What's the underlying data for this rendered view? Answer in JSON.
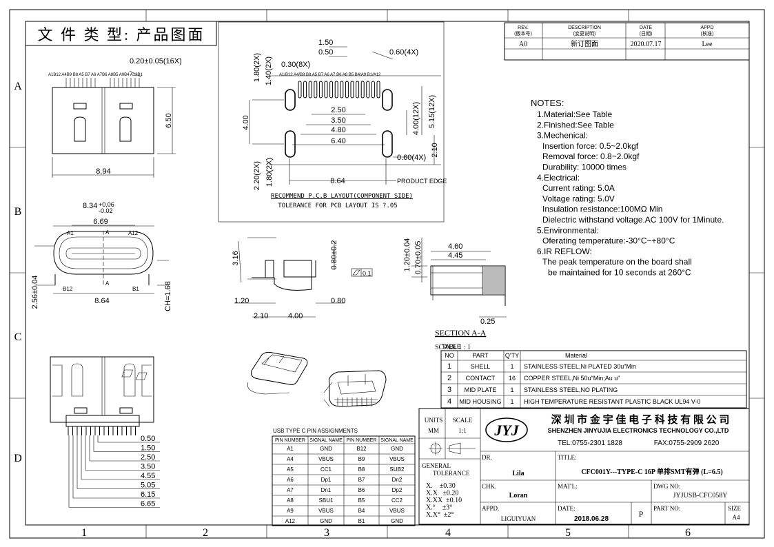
{
  "sheet": {
    "col_labels": [
      "1",
      "2",
      "3",
      "4",
      "5",
      "6"
    ],
    "row_labels": [
      "A",
      "B",
      "C",
      "D"
    ],
    "doc_type": "文 件 类 型: 产品图面"
  },
  "revision": {
    "headers": [
      "REV.",
      "(版本号)",
      "DESCRIPTION",
      "(变更说明)",
      "DATE",
      "(日期)",
      "APPD",
      "(核准)"
    ],
    "row": {
      "rev": "A0",
      "desc": "新订图面",
      "date": "2020.07.17",
      "appd": "Lee"
    }
  },
  "top_view": {
    "width": "8.94",
    "height": "6.50",
    "pitch": "0.20±0.05(16X)",
    "pin_labels": "A1B12 A4B9 B8 A5 B7 A6 A7B6 A8B5 A9B4 A12B1"
  },
  "pcb": {
    "dims": [
      "1.50",
      "0.50",
      "0.30(8X)",
      "0.60(4X)",
      "1.80(2X)",
      "1.40(2X)",
      "2.50",
      "3.50",
      "4.80",
      "6.40",
      "4.00",
      "4.00(12X)",
      "5.15(12X)",
      "0.60(4X)",
      "2.10",
      "2.20(2X)",
      "1.80(2X)",
      "8.64"
    ],
    "pin_labels": "A1/B12 A4/B9 B8 A5 B7 A6 A7 B6 A8 B5 B4/A9 B1/A12",
    "product_edge": "PRODUCT EDGE",
    "title": "RECOMMEND P.C.B LAYOUT(COMPONENT SIDE)",
    "tolerance": "TOLERANCE FOR PCB LAYOUT IS ?.05"
  },
  "front_view": {
    "width_top": "8.34",
    "tol_plus": "+0.06",
    "tol_minus": "-0.02",
    "inner": "6.69",
    "bottom": "8.64",
    "height": "2.56±0.04",
    "ch": "CH=1.68",
    "pins": [
      "A1",
      "A",
      "A12",
      "B12",
      "A",
      "B1"
    ]
  },
  "side_view": {
    "dims": [
      "3.16",
      "0.80±0.2",
      "1.20",
      "0.80",
      "2.10",
      "4.00"
    ],
    "flatness": "0.1"
  },
  "section": {
    "dims": [
      "4.60",
      "4.45",
      "1.20±0.04",
      "0.70±0.05",
      "0.25"
    ],
    "title": "SECTION A-A",
    "scale": "SCALE 1 : 1"
  },
  "notes": {
    "title": "NOTES:",
    "lines": [
      "1.Material:See Table",
      "2.Finished:See Table",
      "3.Mechenical:",
      "Insertion force: 0.5~2.0kgf",
      "Removal force: 0.8~2.0kgf",
      "Durability: 10000 times",
      "4.Electrical:",
      "Current rating: 5.0A",
      "Voltage rating: 5.0V",
      "Insulation resistance:100MΩ Min",
      "Dielectric withstand voltage.AC 100V for 1Minute.",
      "5.Environmental:",
      "Oferating temperature:-30°C~+80°C",
      "6.IR REFLOW:",
      "The peak temperature on the board shall",
      "be maintained for 10 seconds at 260°C"
    ]
  },
  "bom": {
    "label": "TABLE",
    "headers": [
      "NO",
      "PART",
      "Q'TY",
      "Material"
    ],
    "rows": [
      [
        "1",
        "SHELL",
        "1",
        "STAINLESS STEEL,Ni PLATED 30u\"Min"
      ],
      [
        "2",
        "CONTACT",
        "16",
        "COPPER STEEL,Ni 50u\"Min;Au u\""
      ],
      [
        "3",
        "MID PLATE",
        "1",
        "STAINLESS STEEL,NO PLATING"
      ],
      [
        "4",
        "MID HOUSING",
        "1",
        "HIGH TEMPERATURE RESISTANT PLASTIC BLACK UL94 V-0"
      ]
    ]
  },
  "bottom_view": {
    "dims": [
      "0.50",
      "1.50",
      "2.50",
      "3.50",
      "4.55",
      "5.05",
      "6.15",
      "6.65"
    ]
  },
  "pin_table": {
    "title": "USB TYPE C PIN ASSIGNMENTS",
    "headers": [
      "PIN NUMBER",
      "SIGNAL NAME",
      "PIN NUMBER",
      "SIGNAL NAME"
    ],
    "rows": [
      [
        "A1",
        "GND",
        "B12",
        "GND"
      ],
      [
        "A4",
        "VBUS",
        "B9",
        "VBUS"
      ],
      [
        "A5",
        "CC1",
        "B8",
        "SUB2"
      ],
      [
        "A6",
        "Dp1",
        "B7",
        "Dn2"
      ],
      [
        "A7",
        "Dn1",
        "B6",
        "Dp2"
      ],
      [
        "A8",
        "SBU1",
        "B5",
        "CC2"
      ],
      [
        "A9",
        "VBUS",
        "B4",
        "VBUS"
      ],
      [
        "A12",
        "GND",
        "B1",
        "GND"
      ]
    ]
  },
  "title_block": {
    "units": "UNITS",
    "units_val": "MM",
    "scale": "SCALE",
    "scale_val": "1:1",
    "company_cn": "深 圳 市 金 宇 佳 电 子 科 技 有 限 公 司",
    "company_en": "SHENZHEN JINYUJIA ELECTRONICS TECHNOLOGY CO.,LTD",
    "tel": "TEL:0755-2301 1828",
    "fax": "FAX:0755-2909 2620",
    "general": "GENERAL",
    "tolerance": "TOLERANCE",
    "tol_rows": [
      "X.    ±0.30",
      "X.X   ±0.20",
      "X.XX  ±0.10",
      "X.°    ±3°",
      "X.X°  ±2°"
    ],
    "dr_label": "DR.",
    "dr": "Lila",
    "chk_label": "CHK.",
    "chk": "Loran",
    "appd_label": "APPD.",
    "appd": "LIGUIYUAN",
    "title_label": "TITLE:",
    "title": "CFC001Y---TYPE-C 16P 单排SMT有弹 (L=6.5)",
    "mat_label": "MAT'L:",
    "dwg_label": "DWG NO:",
    "dwg": "JYJUSB-CFC058Y",
    "date_label": "DATE:",
    "date": "2018.06.28",
    "p": "P",
    "part_label": "PART NO:",
    "size_label": "SIZE",
    "size": "A4"
  }
}
